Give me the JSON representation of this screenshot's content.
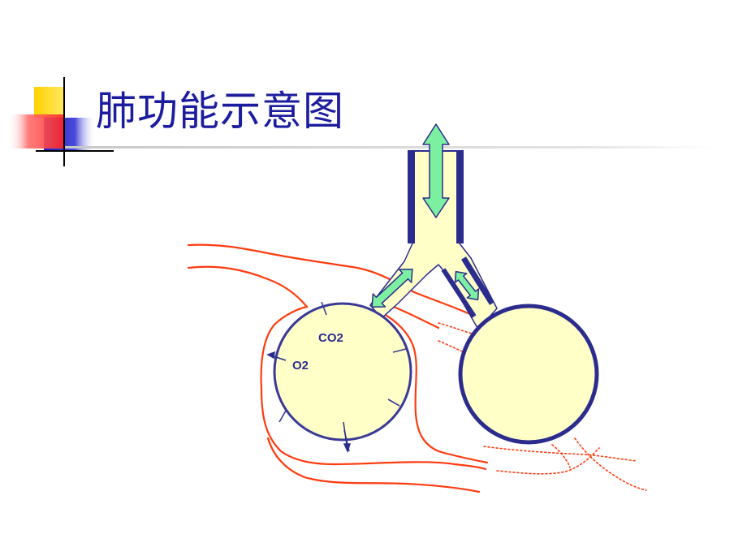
{
  "slide": {
    "title": "肺功能示意图"
  },
  "diagram": {
    "labels": {
      "co2": "CO2",
      "o2": "O2"
    },
    "colors": {
      "title": "#1c1c9e",
      "alveolus_fill": "#ffffc8",
      "alveolus_stroke": "#3a3a96",
      "airway_fill": "#ffffc8",
      "airway_wall": "#2c2c8e",
      "arrow_fill": "#7cf0a0",
      "arrow_stroke": "#2c2c8e",
      "vessel": "#ff3b10",
      "accent_yellow": "#ffd200",
      "accent_red": "#ff3030",
      "accent_blue": "#2828c0"
    }
  }
}
